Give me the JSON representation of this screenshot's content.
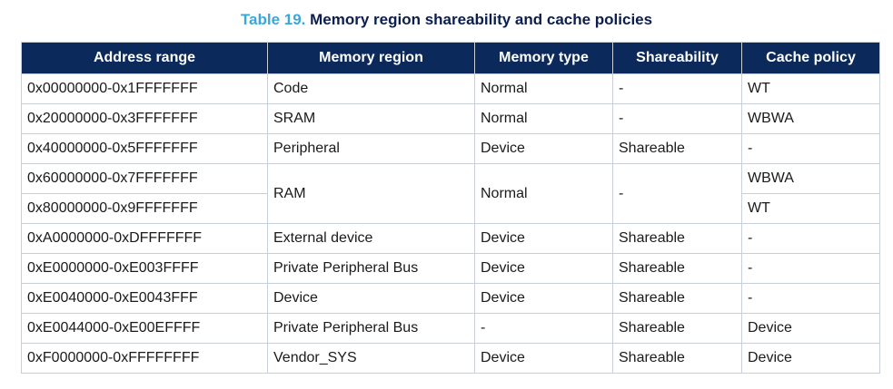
{
  "caption": {
    "number": "Table 19.",
    "title": "Memory region shareability and cache policies"
  },
  "headers": [
    "Address range",
    "Memory region",
    "Memory type",
    "Shareability",
    "Cache policy"
  ],
  "rows": [
    {
      "address": "0x00000000-0x1FFFFFFF",
      "region": "Code",
      "type": "Normal",
      "share": "-",
      "cache": "WT"
    },
    {
      "address": "0x20000000-0x3FFFFFFF",
      "region": "SRAM",
      "type": "Normal",
      "share": "-",
      "cache": "WBWA"
    },
    {
      "address": "0x40000000-0x5FFFFFFF",
      "region": "Peripheral",
      "type": "Device",
      "share": "Shareable",
      "cache": "-"
    },
    {
      "address": "0x60000000-0x7FFFFFFF",
      "region": "RAM",
      "type": "Normal",
      "share": "-",
      "cache": "WBWA"
    },
    {
      "address": "0x80000000-0x9FFFFFFF",
      "cache": "WT"
    },
    {
      "address": "0xA0000000-0xDFFFFFFF",
      "region": "External device",
      "type": "Device",
      "share": "Shareable",
      "cache": "-"
    },
    {
      "address": "0xE0000000-0xE003FFFF",
      "region": "Private Peripheral Bus",
      "type": "Device",
      "share": "Shareable",
      "cache": "-"
    },
    {
      "address": "0xE0040000-0xE0043FFF",
      "region": "Device",
      "type": "Device",
      "share": "Shareable",
      "cache": "-"
    },
    {
      "address": "0xE0044000-0xE00EFFFF",
      "region": "Private Peripheral Bus",
      "type": "-",
      "share": "Shareable",
      "cache": "Device"
    },
    {
      "address": "0xF0000000-0xFFFFFFFF",
      "region": "Vendor_SYS",
      "type": "Device",
      "share": "Shareable",
      "cache": "Device"
    }
  ]
}
